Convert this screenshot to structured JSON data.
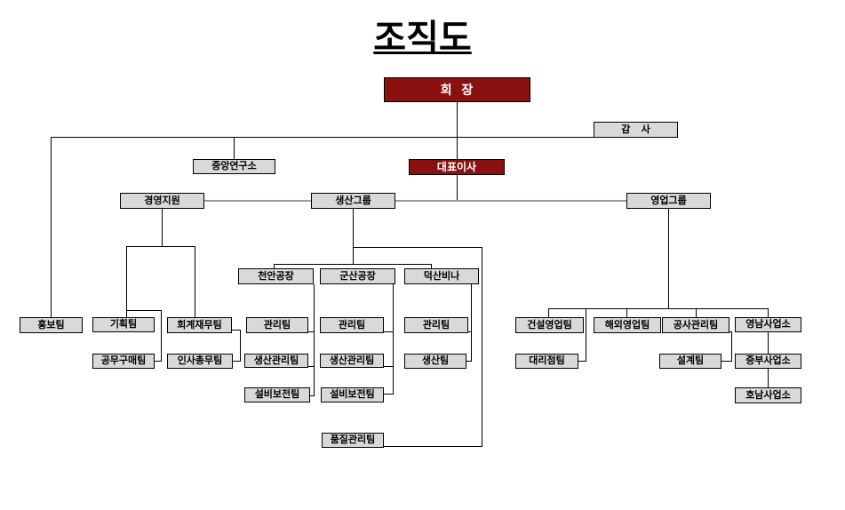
{
  "title": "조직도",
  "colors": {
    "executive_box": "#8b1111",
    "department_box": "#d9d9d9",
    "box_border": "#000000",
    "connector_black": "#000000",
    "connector_gray": "#9a9a9a",
    "misspell_underline": "#e01000",
    "background": "#ffffff"
  },
  "nodes": {
    "chairman": {
      "label": "회  장",
      "misspelled": false
    },
    "auditor": {
      "label": "감    사",
      "misspelled": false
    },
    "central_research": {
      "label": "중앙연구소",
      "misspelled": false
    },
    "ceo": {
      "label": "대표이사",
      "misspelled": false
    },
    "mgmt_support": {
      "label": "경영지원",
      "misspelled": false
    },
    "production_group": {
      "label": "생산그룹",
      "misspelled": false
    },
    "sales_group": {
      "label": "영업그룹",
      "misspelled": false
    },
    "cheonan_factory": {
      "label": "천안공장",
      "misspelled": false
    },
    "gunsan_factory": {
      "label": "군산공장",
      "misspelled": false
    },
    "deoksan_vina": {
      "label": "덕산비나",
      "misspelled": true
    },
    "pr_team": {
      "label": "홍보팀",
      "misspelled": true
    },
    "planning_team": {
      "label": "기획팀",
      "misspelled": false
    },
    "accounting_finance_team": {
      "label": "회계재무팀",
      "misspelled": true
    },
    "engineering_purchasing_team": {
      "label": "공무구매팀",
      "misspelled": true
    },
    "hr_general_affairs_team": {
      "label": "인사총무팀",
      "misspelled": true
    },
    "admin_team_cheonan": {
      "label": "관리팀",
      "misspelled": true
    },
    "production_mgmt_team_cheonan": {
      "label": "생산관리팀",
      "misspelled": true
    },
    "facility_maintenance_team_cheonan": {
      "label": "설비보전팀",
      "misspelled": true
    },
    "admin_team_gunsan": {
      "label": "관리팀",
      "misspelled": true
    },
    "production_mgmt_team_gunsan": {
      "label": "생산관리팀",
      "misspelled": true
    },
    "facility_maintenance_team_gunsan": {
      "label": "설비보전팀",
      "misspelled": true
    },
    "admin_team_deoksan": {
      "label": "관리팀",
      "misspelled": true
    },
    "production_team_deoksan": {
      "label": "생산팀",
      "misspelled": true
    },
    "quality_control_team": {
      "label": "품질관리팀",
      "misspelled": true
    },
    "construction_sales_team": {
      "label": "건설영업팀",
      "misspelled": true
    },
    "overseas_sales_team": {
      "label": "해외영업팀",
      "misspelled": true
    },
    "construction_mgmt_team": {
      "label": "공사관리팀",
      "misspelled": true
    },
    "yeongnam_office": {
      "label": "영남사업소",
      "misspelled": false
    },
    "agency_team": {
      "label": "대리점팀",
      "misspelled": true
    },
    "design_team": {
      "label": "설계팀",
      "misspelled": true
    },
    "jungbu_office": {
      "label": "중부사업소",
      "misspelled": false
    },
    "honam_office": {
      "label": "호남사업소",
      "misspelled": false
    }
  }
}
